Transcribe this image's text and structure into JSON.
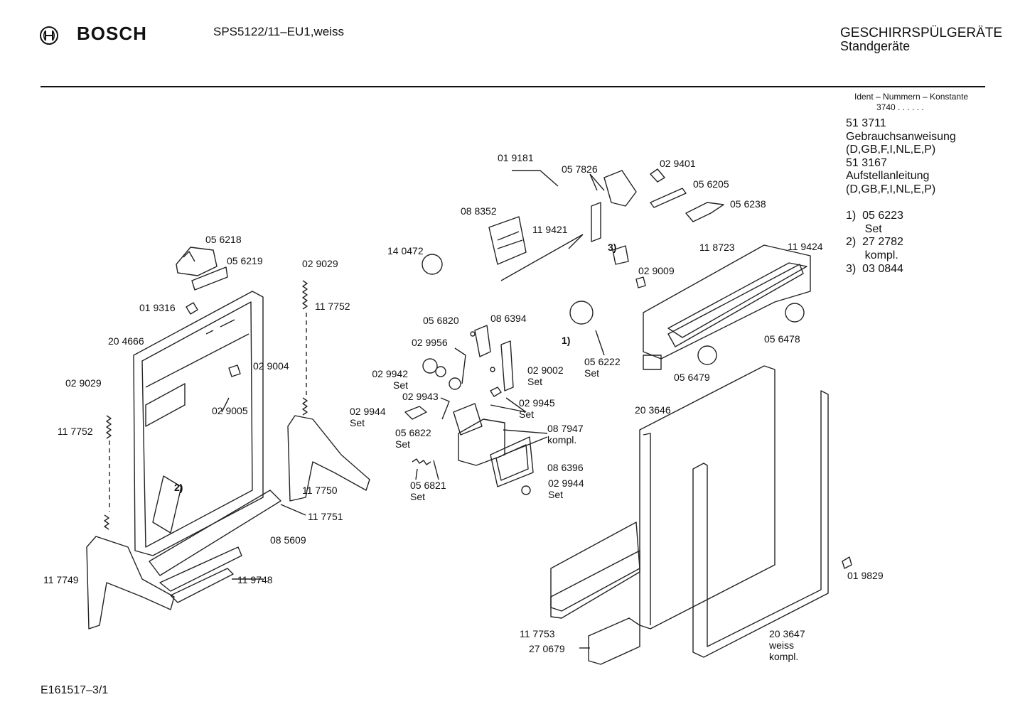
{
  "header": {
    "brand": "BOSCH",
    "model": "SPS5122/11–EU1,weiss",
    "category_title": "GESCHIRRSPÜLGERÄTE",
    "category_sub": "Standgeräte"
  },
  "side_info": {
    "ident_title": "Ident – Nummern – Konstante",
    "ident_value": "3740 .  .    .  .  .  .",
    "lines": "51 3711\nGebrauchsanweisung\n(D,GB,F,I,NL,E,P)\n51 3167\nAufstellanleitung\n(D,GB,F,I,NL,E,P)\n\n1)  05 6223\n      Set\n2)  27 2782\n      kompl.\n3)  03 0844"
  },
  "footer": {
    "code": "E161517–3/1"
  },
  "parts": [
    {
      "name": "part-019181",
      "text": "01 9181"
    },
    {
      "name": "part-057826",
      "text": "05 7826"
    },
    {
      "name": "part-029401",
      "text": "02 9401"
    },
    {
      "name": "part-056205",
      "text": "05 6205"
    },
    {
      "name": "part-056238",
      "text": "05 6238"
    },
    {
      "name": "part-088352",
      "text": "08 8352"
    },
    {
      "name": "part-119421",
      "text": "11 9421"
    },
    {
      "name": "part-140472",
      "text": "14 0472"
    },
    {
      "name": "part-note-3",
      "text": "3)"
    },
    {
      "name": "part-029009",
      "text": "02 9009"
    },
    {
      "name": "part-118723",
      "text": "11 8723"
    },
    {
      "name": "part-119424",
      "text": "11 9424"
    },
    {
      "name": "part-056218",
      "text": "05 6218"
    },
    {
      "name": "part-056219",
      "text": "05 6219"
    },
    {
      "name": "part-029029-top",
      "text": "02 9029"
    },
    {
      "name": "part-117752-top",
      "text": "11 7752"
    },
    {
      "name": "part-019316",
      "text": "01 9316"
    },
    {
      "name": "part-204666",
      "text": "20 4666"
    },
    {
      "name": "part-029004",
      "text": "02 9004"
    },
    {
      "name": "part-029005",
      "text": "02 9005"
    },
    {
      "name": "part-029029-left",
      "text": "02 9029"
    },
    {
      "name": "part-117752-left",
      "text": "11 7752"
    },
    {
      "name": "part-056820",
      "text": "05 6820"
    },
    {
      "name": "part-086394",
      "text": "08 6394"
    },
    {
      "name": "part-029956",
      "text": "02 9956"
    },
    {
      "name": "part-029942",
      "text": "02 9942\nSet"
    },
    {
      "name": "part-029002",
      "text": "02 9002\nSet"
    },
    {
      "name": "part-029943",
      "text": "02 9943"
    },
    {
      "name": "part-029945",
      "text": "02 9945\nSet"
    },
    {
      "name": "part-029944-left",
      "text": "02 9944\nSet"
    },
    {
      "name": "part-056822",
      "text": "05 6822\nSet"
    },
    {
      "name": "part-087947",
      "text": "08 7947\nkompl."
    },
    {
      "name": "part-086396",
      "text": "08 6396"
    },
    {
      "name": "part-029944-right",
      "text": "02 9944\nSet"
    },
    {
      "name": "part-056821",
      "text": "05 6821\nSet"
    },
    {
      "name": "part-note-1",
      "text": "1)"
    },
    {
      "name": "part-056222",
      "text": "05 6222\nSet"
    },
    {
      "name": "part-056478",
      "text": "05 6478"
    },
    {
      "name": "part-056479",
      "text": "05 6479"
    },
    {
      "name": "part-203646",
      "text": "20 3646"
    },
    {
      "name": "part-117750",
      "text": "11 7750"
    },
    {
      "name": "part-117751",
      "text": "11 7751"
    },
    {
      "name": "part-085609",
      "text": "08 5609"
    },
    {
      "name": "part-note-2",
      "text": "2)"
    },
    {
      "name": "part-117749",
      "text": "11 7749"
    },
    {
      "name": "part-119748",
      "text": "11 9748"
    },
    {
      "name": "part-019829",
      "text": "01 9829"
    },
    {
      "name": "part-117753",
      "text": "11 7753"
    },
    {
      "name": "part-270679",
      "text": "27 0679"
    },
    {
      "name": "part-203647",
      "text": "20 3647\nweiss\nkompl."
    }
  ]
}
